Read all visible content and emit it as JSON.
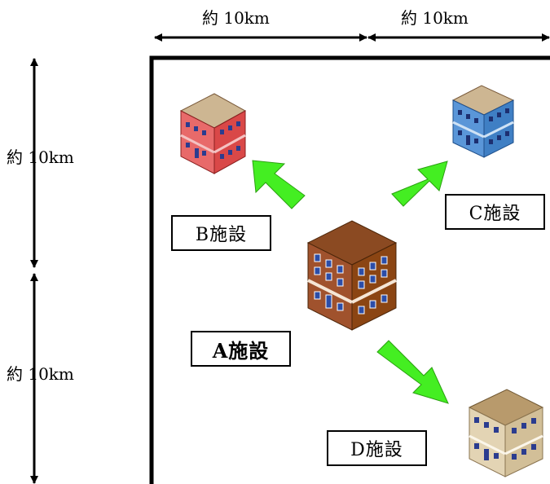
{
  "dimensions": {
    "top_left": "約 10km",
    "top_right": "約 10km",
    "left_upper": "約 10km",
    "left_lower": "約 10km"
  },
  "facilities": {
    "a": {
      "label": "A施設",
      "color": "#8b4513"
    },
    "b": {
      "label": "B施設",
      "color": "#e34a4a"
    },
    "c": {
      "label": "C施設",
      "color": "#3f7fc4"
    },
    "d": {
      "label": "D施設",
      "color": "#d9c8a6"
    }
  },
  "colors": {
    "arrow": "#44ee22",
    "line": "#000000"
  }
}
